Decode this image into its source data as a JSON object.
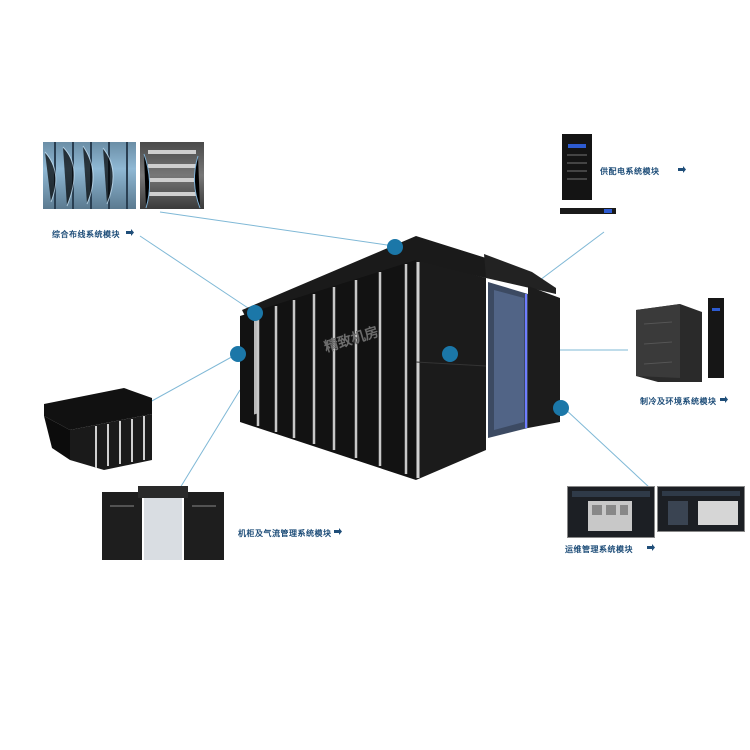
{
  "title": "",
  "modules": {
    "cabling": {
      "label": "综合布线系统模块",
      "icon": "arrow-icon"
    },
    "power": {
      "label": "供配电系统模块",
      "icon": "arrow-icon"
    },
    "cooling": {
      "label": "制冷及环境系统模块",
      "icon": "arrow-icon"
    },
    "cabinet_airflow": {
      "label": "机柜及气流管理系统模块",
      "icon": "arrow-icon"
    },
    "operations": {
      "label": "运维管理系统模块",
      "icon": "arrow-icon"
    }
  },
  "brand": {
    "logo_text": "精致机房"
  },
  "colors": {
    "line": "#7fb8d6",
    "node": "#1b77a8",
    "label": "#1f4e79"
  }
}
